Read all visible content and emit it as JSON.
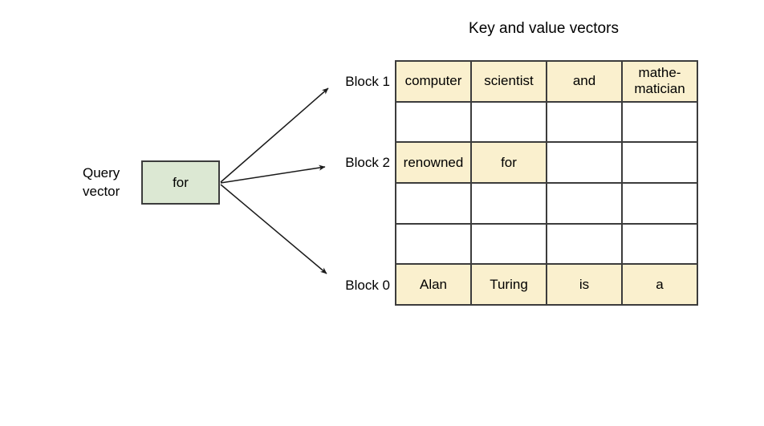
{
  "title": "Key and value vectors",
  "query_vector": {
    "label": "Query\nvector",
    "token": "for"
  },
  "kv_table": {
    "columns": 4,
    "rows": [
      {
        "label": "Block 1",
        "cells": [
          {
            "text": "computer",
            "highlight": true
          },
          {
            "text": "scientist",
            "highlight": true
          },
          {
            "text": "and",
            "highlight": true
          },
          {
            "text": "mathe-\nmatician",
            "highlight": true
          }
        ]
      },
      {
        "label": "",
        "cells": [
          {
            "text": "",
            "highlight": false
          },
          {
            "text": "",
            "highlight": false
          },
          {
            "text": "",
            "highlight": false
          },
          {
            "text": "",
            "highlight": false
          }
        ]
      },
      {
        "label": "Block 2",
        "cells": [
          {
            "text": "renowned",
            "highlight": true
          },
          {
            "text": "for",
            "highlight": true
          },
          {
            "text": "",
            "highlight": false
          },
          {
            "text": "",
            "highlight": false
          }
        ]
      },
      {
        "label": "",
        "cells": [
          {
            "text": "",
            "highlight": false
          },
          {
            "text": "",
            "highlight": false
          },
          {
            "text": "",
            "highlight": false
          },
          {
            "text": "",
            "highlight": false
          }
        ]
      },
      {
        "label": "",
        "cells": [
          {
            "text": "",
            "highlight": false
          },
          {
            "text": "",
            "highlight": false
          },
          {
            "text": "",
            "highlight": false
          },
          {
            "text": "",
            "highlight": false
          }
        ]
      },
      {
        "label": "Block 0",
        "cells": [
          {
            "text": "Alan",
            "highlight": true
          },
          {
            "text": "Turing",
            "highlight": true
          },
          {
            "text": "is",
            "highlight": true
          },
          {
            "text": "a",
            "highlight": true
          }
        ]
      }
    ]
  },
  "colors": {
    "highlight_cell": "#FAF0CE",
    "query_box": "#DCE8D3",
    "border": "#3C3C3C",
    "arrow": "#1A1A1A",
    "text": "#000000",
    "background": "#FFFFFF"
  }
}
